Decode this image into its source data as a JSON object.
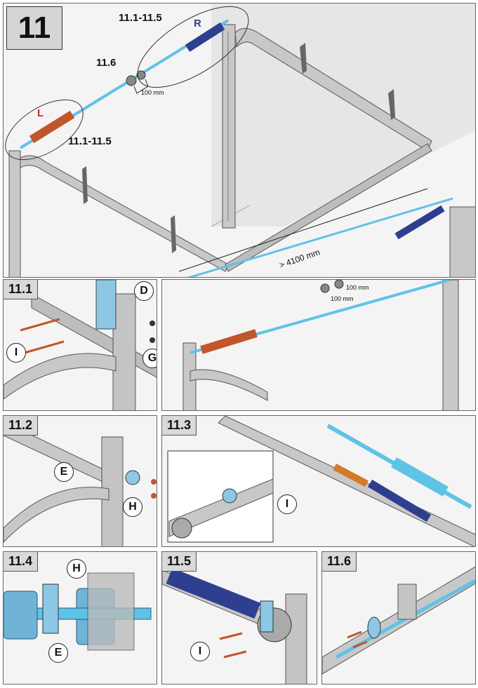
{
  "main_step": "11",
  "labels": {
    "range_top": "11.1-11.5",
    "range_left": "11.1-11.5",
    "step_11_6": "11.6",
    "right": "R",
    "left": "L",
    "dist_100_a": "100 mm",
    "dist_4100": "> 4100 mm",
    "dist_100_b": "100 mm",
    "dist_100_c": "100 mm"
  },
  "colors": {
    "right_spring": "#2f3f8f",
    "left_spring": "#c0562a",
    "shaft": "#5fc3e8",
    "frame": "#b5b5b5"
  },
  "panels": [
    {
      "id": "11.1",
      "callouts": [
        "D",
        "I",
        "G"
      ]
    },
    {
      "id": "11.2",
      "callouts": [
        "E",
        "H"
      ]
    },
    {
      "id": "11.3",
      "callouts": [
        "I"
      ]
    },
    {
      "id": "11.4",
      "callouts": [
        "H",
        "E"
      ]
    },
    {
      "id": "11.5",
      "callouts": [
        "I"
      ]
    },
    {
      "id": "11.6",
      "callouts": []
    }
  ]
}
